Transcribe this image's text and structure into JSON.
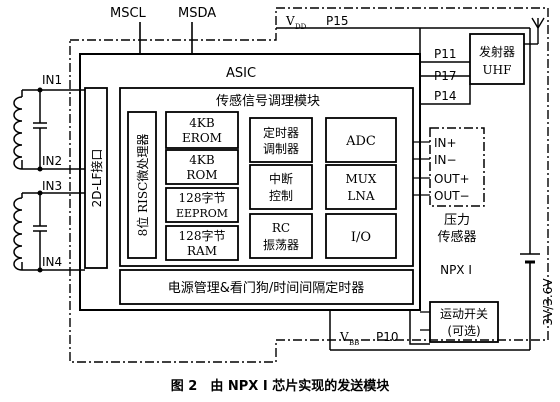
{
  "header": {
    "mscl": "MSCL",
    "msda": "MSDA"
  },
  "asic": {
    "title": "ASIC",
    "lf_interface": "2D-LF接口",
    "sensor_module": "传感信号调理模块",
    "risc": "8位 RISC微处理器",
    "erom": [
      "4KB",
      "EROM"
    ],
    "rom": [
      "4KB",
      "ROM"
    ],
    "eeprom": [
      "128字节",
      "EEPROM"
    ],
    "ram": [
      "128字节",
      "RAM"
    ],
    "timer": [
      "定时器",
      "调制器"
    ],
    "adc": "ADC",
    "interrupt": [
      "中断",
      "控制"
    ],
    "mux": [
      "MUX",
      "LNA"
    ],
    "rc_osc": [
      "RC",
      "振荡器"
    ],
    "io": "I/O",
    "power_bar": "电源管理&看门狗/时间间隔定时器"
  },
  "inputs": {
    "in1": "IN1",
    "in2": "IN2",
    "in3": "IN3",
    "in4": "IN4"
  },
  "transmitter": {
    "label": [
      "发射器",
      "UHF"
    ]
  },
  "pins": {
    "vdd": "V",
    "vdd_sub": "DD",
    "p15": "P15",
    "p11": "P11",
    "p17": "P17",
    "p14": "P14",
    "vbb": "V",
    "vbb_sub": "BB",
    "p10": "P10"
  },
  "pressure": {
    "in_plus": "IN+",
    "in_minus": "IN−",
    "out_plus": "OUT+",
    "out_minus": "OUT−",
    "label": [
      "压力",
      "传感器"
    ]
  },
  "npx": {
    "label": "NPX I"
  },
  "motion_switch": {
    "label": [
      "运动开关",
      "(可选)"
    ]
  },
  "battery": {
    "label": "3V/3.6V"
  },
  "caption": "图 2　由 NPX I 芯片实现的发送模块"
}
